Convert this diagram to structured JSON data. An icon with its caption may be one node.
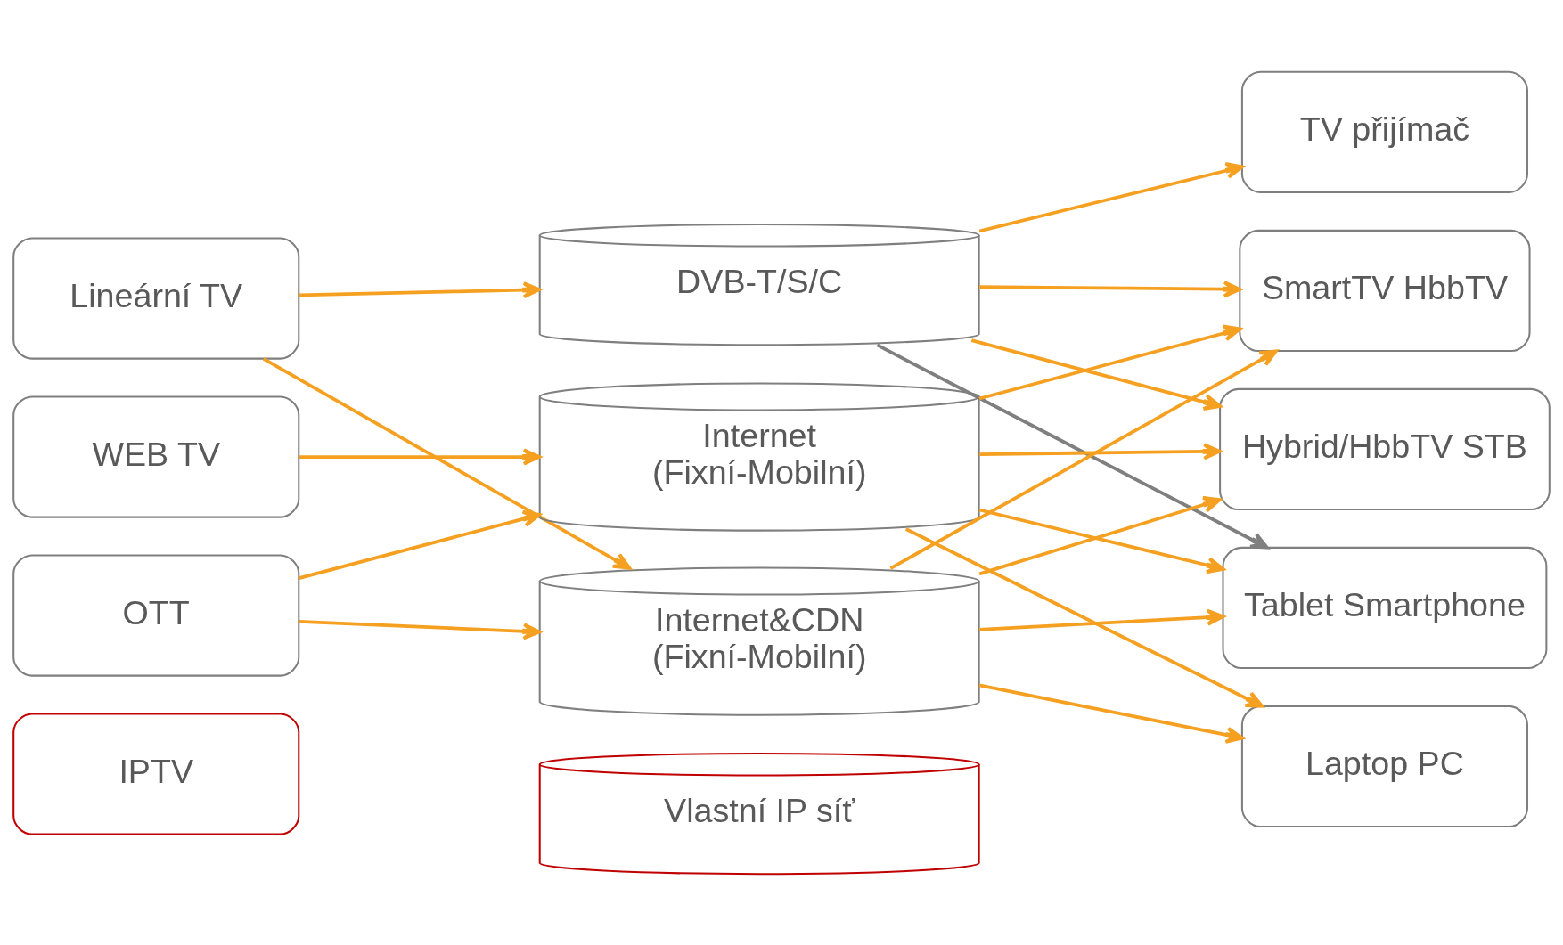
{
  "diagram": {
    "nodes": [
      {
        "text": [
          "Lineární TV"
        ]
      },
      {
        "text": [
          "WEB TV"
        ]
      },
      {
        "text": [
          "OTT"
        ]
      },
      {
        "text": [
          "IPTV"
        ]
      },
      {
        "text": [
          "DVB-T/S/C"
        ]
      },
      {
        "text": [
          "Internet",
          "(Fixní-Mobilní)"
        ]
      },
      {
        "text": [
          "Internet&CDN",
          "(Fixní-Mobilní)"
        ]
      },
      {
        "text": [
          "Vlastní IP síť"
        ]
      },
      {
        "text": [
          "TV přijímač"
        ]
      },
      {
        "text": [
          "SmartTV HbbTV"
        ]
      },
      {
        "text": [
          "Hybrid/HbbTV STB"
        ]
      },
      {
        "text": [
          "Tablet Smartphone"
        ]
      },
      {
        "text": [
          "Laptop PC"
        ]
      }
    ],
    "edges": [
      {
        "from": 0,
        "to": 4,
        "arrow": "to"
      },
      {
        "from": 0,
        "to": 6,
        "arrow": "to"
      },
      {
        "from": 1,
        "to": 5,
        "arrow": "to"
      },
      {
        "from": 2,
        "to": 5,
        "arrow": "to"
      },
      {
        "from": 2,
        "to": 6,
        "arrow": "to"
      },
      {
        "from": 4,
        "to": 8,
        "arrow": "to"
      },
      {
        "from": 4,
        "to": 9,
        "arrow": "to"
      },
      {
        "from": 4,
        "to": 10,
        "arrow": "to"
      },
      {
        "from": 4,
        "to": 11,
        "arrow": "to",
        "color": "#7f7f7f"
      },
      {
        "from": 5,
        "to": 9,
        "arrow": "to"
      },
      {
        "from": 5,
        "to": 10,
        "arrow": "to"
      },
      {
        "from": 5,
        "to": 11,
        "arrow": "to"
      },
      {
        "from": 5,
        "to": 12,
        "arrow": "to"
      },
      {
        "from": 6,
        "to": 9,
        "arrow": "to"
      },
      {
        "from": 6,
        "to": 10,
        "arrow": "to"
      },
      {
        "from": 6,
        "to": 11,
        "arrow": "to"
      },
      {
        "from": 6,
        "to": 12,
        "arrow": "to"
      }
    ]
  }
}
